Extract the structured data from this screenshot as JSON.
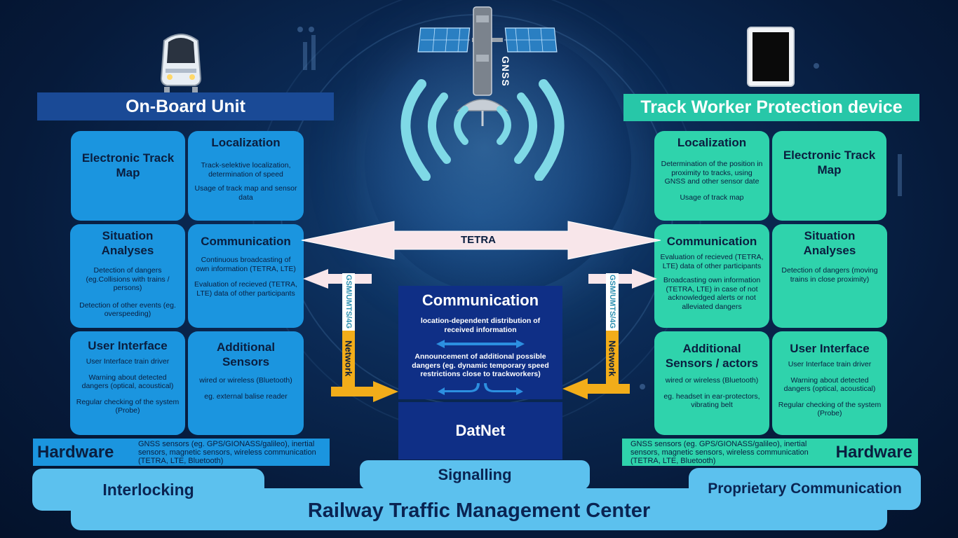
{
  "onboard": {
    "title": "On-Board Unit",
    "electronic_track_map": {
      "title": "Electronic Track Map"
    },
    "localization": {
      "title": "Localization",
      "line1": "Track-selektive localization, determination of speed",
      "line2": "Usage of track map and sensor data"
    },
    "situation": {
      "title": "Situation Analyses",
      "line1": "Detection of dangers (eg.Collisions with trains / persons)",
      "line2": "Detection of other events (eg. overspeeding)"
    },
    "communication": {
      "title": "Communication",
      "line1": "Continuous broadcasting of own information (TETRA, LTE)",
      "line2": "Evaluation of recieved (TETRA, LTE) data of other participants"
    },
    "user_interface": {
      "title": "User Interface",
      "line1": "User Interface train driver",
      "line2": "Warning about detected dangers (optical, acoustical)",
      "line3": "Regular checking of the system (Probe)"
    },
    "additional": {
      "title": "Additional Sensors",
      "line1": "wired or wireless (Bluetooth)",
      "line2": "eg. external balise reader"
    },
    "hardware": {
      "title": "Hardware",
      "text": "GNSS sensors (eg. GPS/GIONASS/galileo), inertial sensors, magnetic sensors, wireless communication (TETRA, LTE, Bluetooth)"
    }
  },
  "trackworker": {
    "title": "Track Worker Protection device",
    "localization": {
      "title": "Localization",
      "line1": "Determination of the position in proximity to tracks, using GNSS and other sensor date",
      "line2": "Usage of track map"
    },
    "electronic_track_map": {
      "title": "Electronic Track Map"
    },
    "communication": {
      "title": "Communication",
      "line1": "Evaluation of recieved (TETRA, LTE) data of other participants",
      "line2": "Broadcasting own information (TETRA, LTE) in case of not acknowledged alerts or not alleviated dangers"
    },
    "situation": {
      "title": "Situation Analyses",
      "line1": "Detection of dangers (moving trains in close proximity)"
    },
    "additional": {
      "title": "Additional Sensors / actors",
      "line1": "wired or wireless (Bluetooth)",
      "line2": "eg. headset in ear-protectors, vibrating belt"
    },
    "user_interface": {
      "title": "User Interface",
      "line1": "User Interface train driver",
      "line2": "Warning about detected dangers (optical, acoustical)",
      "line3": "Regular checking of the system (Probe)"
    },
    "hardware": {
      "title": "Hardware",
      "text": "GNSS sensors (eg. GPS/GIONASS/galileo), inertial sensors, magnetic sensors, wireless communication (TETRA, LTE, Bluetooth)"
    }
  },
  "center": {
    "communication": {
      "title": "Communication",
      "line1": "location-dependent distribution of received information",
      "line2": "Announcement of additional possible dangers (eg. dynamic temporary speed restrictions close to trackworkers)"
    },
    "datnet": "DatNet",
    "tetra": "TETRA",
    "gnss": "GNSS",
    "gsm_left": "GSM/UMTS/4G",
    "network_left": "Network",
    "gsm_right": "GSM/UMTS/4G",
    "network_right": "Network"
  },
  "bottom": {
    "interlocking": "Interlocking",
    "signalling": "Signalling",
    "proprietary": "Proprietary Communication",
    "rtmc": "Railway Traffic Management Center"
  },
  "colors": {
    "onboard_box": "#1b95df",
    "trackworker_box": "#2fd3ac",
    "center_box": "#0f2f86",
    "arrow_orange": "#f2ad1a",
    "pill": "#5cc1ee"
  }
}
